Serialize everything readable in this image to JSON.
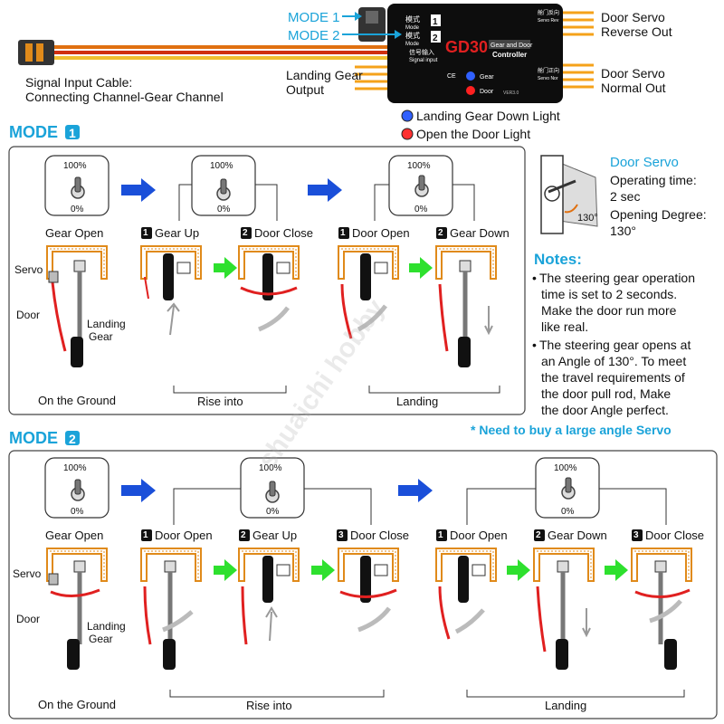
{
  "controller": {
    "model": "GD30",
    "subtitle_line1": "Gear and Door",
    "subtitle_line2": "Controller",
    "version": "VER3.0",
    "mode_label_1_cn": "模式",
    "mode_label_1_en": "Mode",
    "mode_label_2_cn": "模式",
    "mode_label_2_en": "Mode",
    "signal_cn": "信号输入",
    "signal_en": "Signal input",
    "right_top_cn": "舱门反向",
    "right_top_en": "Servo Rev",
    "right_bot_cn": "舱门正向",
    "right_bot_en": "Servo Nor",
    "gear_led": "Gear",
    "door_led": "Door"
  },
  "callouts": {
    "mode1": "MODE 1",
    "mode2": "MODE 2",
    "door_servo_reverse_1": "Door Servo",
    "door_servo_reverse_2": "Reverse Out",
    "door_servo_normal_1": "Door Servo",
    "door_servo_normal_2": "Normal Out",
    "landing_gear_out_1": "Landing Gear",
    "landing_gear_out_2": "Output",
    "signal_cable_1": "Signal Input Cable:",
    "signal_cable_2": "Connecting Channel-Gear Channel",
    "legend_blue": "Landing Gear Down Light",
    "legend_red": "Open the Door Light"
  },
  "mode1": {
    "header": "MODE",
    "number": "1",
    "switch_top": "100%",
    "switch_bottom": "0%",
    "steps": [
      {
        "num": "",
        "label": "Gear Open"
      },
      {
        "num": "1",
        "label": "Gear Up"
      },
      {
        "num": "2",
        "label": "Door Close"
      },
      {
        "num": "1",
        "label": "Door Open"
      },
      {
        "num": "2",
        "label": "Gear Down"
      }
    ],
    "labels": {
      "servo": "Servo",
      "door": "Door",
      "landing_gear_1": "Landing",
      "landing_gear_2": "Gear"
    },
    "groups": [
      "On the Ground",
      "Rise into",
      "Landing"
    ]
  },
  "mode2": {
    "header": "MODE",
    "number": "2",
    "switch_top": "100%",
    "switch_bottom": "0%",
    "steps": [
      {
        "num": "",
        "label": "Gear Open"
      },
      {
        "num": "1",
        "label": "Door Open"
      },
      {
        "num": "2",
        "label": "Gear Up"
      },
      {
        "num": "3",
        "label": "Door Close"
      },
      {
        "num": "1",
        "label": "Door Open"
      },
      {
        "num": "2",
        "label": "Gear Down"
      },
      {
        "num": "3",
        "label": "Door Close"
      }
    ],
    "labels": {
      "servo": "Servo",
      "door": "Door",
      "landing_gear_1": "Landing",
      "landing_gear_2": "Gear"
    },
    "groups": [
      "On the Ground",
      "Rise into",
      "Landing"
    ]
  },
  "door_servo": {
    "title": "Door Servo",
    "op_time_label": "Operating time:",
    "op_time_value": "2 sec",
    "angle_label": "Opening Degree:",
    "angle_value": "130°",
    "angle_mark": "130°"
  },
  "notes": {
    "title": "Notes:",
    "note1": [
      "The steering gear operation",
      "time is set to 2 seconds.",
      "Make the door run more",
      "like real."
    ],
    "note2": [
      "The steering gear opens at",
      "an Angle of 130°. To meet",
      "the travel requirements of",
      "the door pull rod, Make",
      "the door Angle perfect."
    ],
    "need": "* Need to buy a large angle Servo"
  },
  "watermark": "shuaichi hobby",
  "colors": {
    "accent": "#1aa3d9",
    "orange": "#f5a21a",
    "blue_arrow": "#1a4fd9",
    "green_arrow": "#2ee02e",
    "door_red": "#e02020"
  }
}
